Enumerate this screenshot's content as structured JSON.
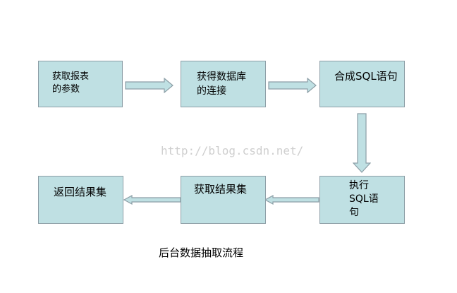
{
  "colors": {
    "box_fill": "#bfe0e3",
    "box_stroke": "#8c9ea6",
    "arrow_fill": "#bfe0e3",
    "arrow_stroke": "#8c9ea6",
    "watermark": "#cfcfcf"
  },
  "nodes": {
    "get_report_params": {
      "lines": [
        "获取报表",
        "的参数"
      ]
    },
    "get_db_connection": {
      "lines": [
        "获得数据库",
        "的连接"
      ]
    },
    "compose_sql": {
      "lines": [
        "合成SQL语句"
      ]
    },
    "execute_sql": {
      "lines": [
        "执行",
        "SQL语",
        "句"
      ]
    },
    "get_result_set": {
      "lines": [
        "获取结果集"
      ]
    },
    "return_result_set": {
      "lines": [
        "返回结果集"
      ]
    }
  },
  "watermark": "http://blog.csdn.net/",
  "caption": "后台数据抽取流程"
}
